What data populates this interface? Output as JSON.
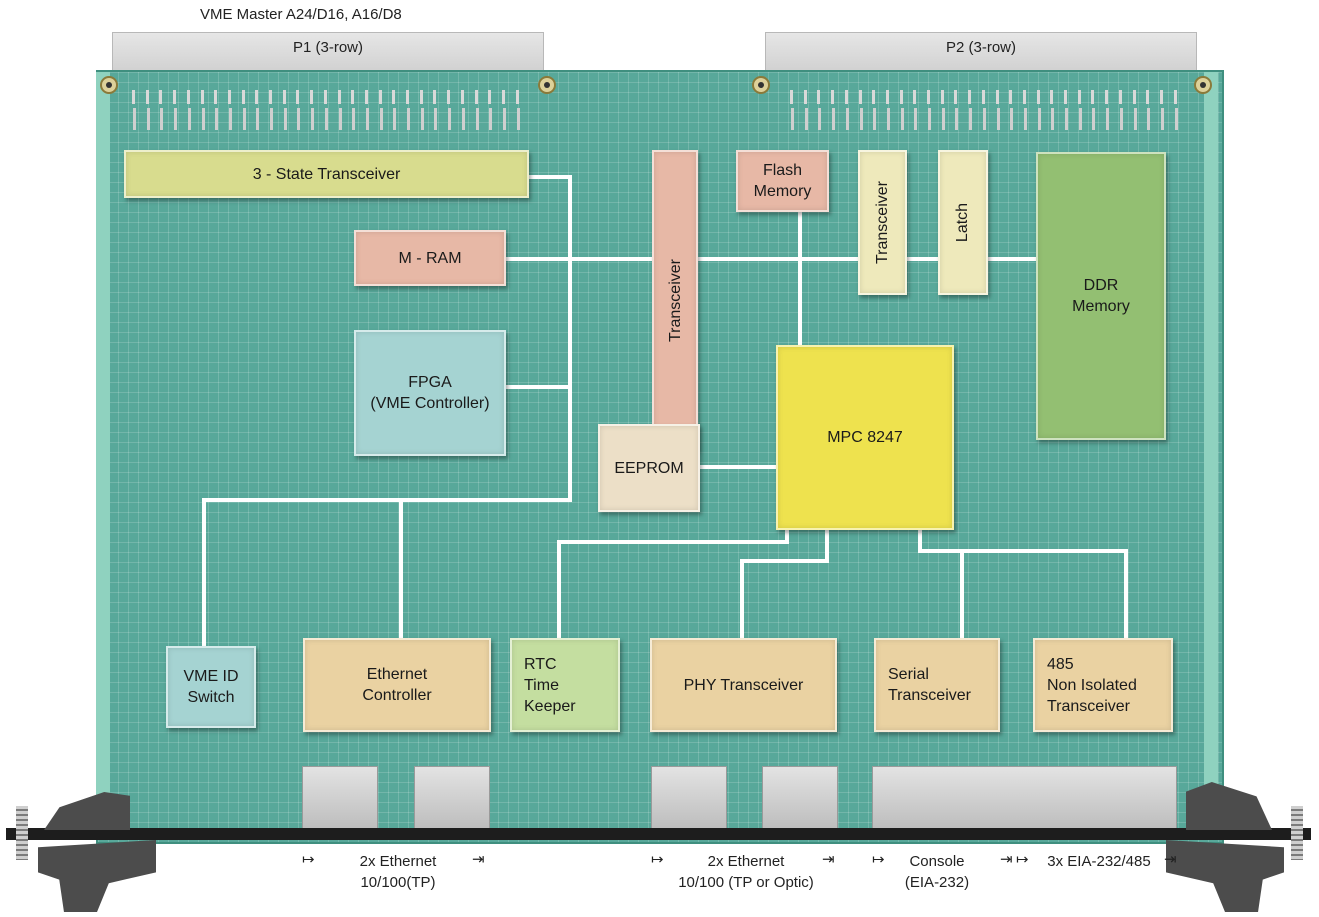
{
  "title": "VME Master A24/D16, A16/D8",
  "connectors": {
    "p1": "P1 (3-row)",
    "p2": "P2 (3-row)"
  },
  "blocks": {
    "three_state": "3 - State Transceiver",
    "mram": "M - RAM",
    "fpga": "FPGA\n(VME Controller)",
    "transceiver_tall": "Transceiver",
    "flash": "Flash\nMemory",
    "transceiver_small": "Transceiver",
    "latch": "Latch",
    "ddr": "DDR\nMemory",
    "mpc": "MPC 8247",
    "eeprom": "EEPROM",
    "vme_id": "VME ID\nSwitch",
    "ethernet_controller": "Ethernet\nController",
    "rtc": "RTC\nTime\nKeeper",
    "phy": "PHY Transceiver",
    "serial": "Serial\nTransceiver",
    "rs485": "485\nNon Isolated\nTransceiver"
  },
  "front_panel": {
    "eth1": "2x Ethernet\n10/100(TP)",
    "eth2": "2x Ethernet\n10/100 (TP or Optic)",
    "console": "Console\n(EIA-232)",
    "eia": "3x EIA-232/485"
  },
  "colors": {
    "board": "#58a89a",
    "trace": "#ffffff",
    "processor": "#eee24e"
  }
}
